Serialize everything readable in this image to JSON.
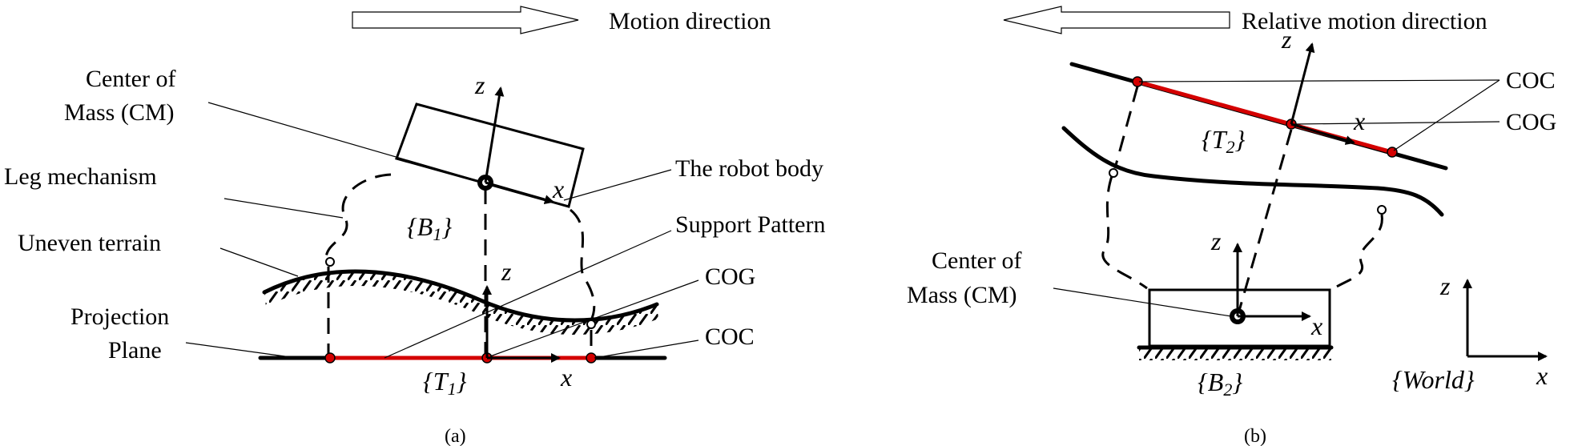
{
  "panel_a": {
    "motion_direction": "Motion direction",
    "center_of_mass": [
      "Center of",
      "Mass (CM)"
    ],
    "robot_body": "The robot body",
    "leg_mechanism": "Leg mechanism",
    "uneven_terrain": "Uneven terrain",
    "support_pattern": "Support Pattern",
    "cog": "COG",
    "coc": "COC",
    "projection_plane": [
      "Projection",
      "Plane"
    ],
    "frame_b1": "{B",
    "frame_b1_sub": "1",
    "frame_t1": "{T",
    "frame_t1_sub": "1",
    "axis_z": "z",
    "axis_x": "x",
    "caption": "(a)"
  },
  "panel_b": {
    "relative_motion_direction": "Relative motion direction",
    "coc": "COC",
    "cog": "COG",
    "center_of_mass": [
      "Center of",
      "Mass (CM)"
    ],
    "frame_t2": "{T",
    "frame_t2_sub": "2",
    "frame_b2": "{B",
    "frame_b2_sub": "2",
    "frame_world": "{World}",
    "axis_z": "z",
    "axis_x": "x",
    "caption": "(b)"
  },
  "colors": {
    "support_pattern": "#d40000",
    "ink": "#000000"
  }
}
